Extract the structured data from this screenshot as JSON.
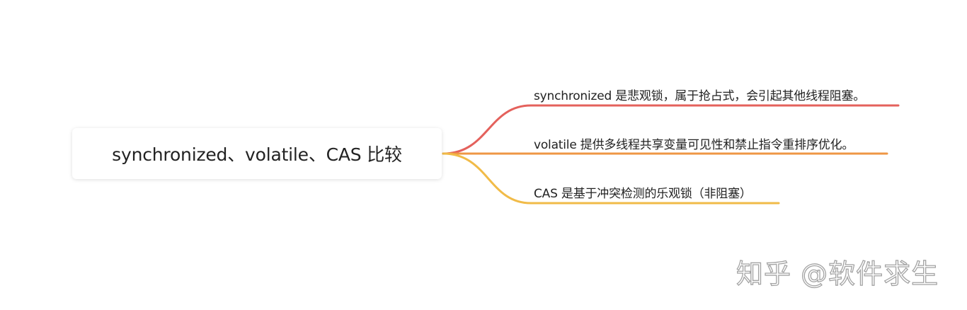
{
  "root": {
    "title": "synchronized、volatile、CAS 比较"
  },
  "branches": [
    {
      "label": "synchronized 是悲观锁，属于抢占式，会引起其他线程阻塞。",
      "color": "#e4615c"
    },
    {
      "label": "volatile 提供多线程共享变量可见性和禁止指令重排序优化。",
      "color": "#ef9744"
    },
    {
      "label": "CAS 是基于冲突检测的乐观锁（非阻塞）",
      "color": "#f1bb48"
    }
  ],
  "watermark": {
    "text": "知乎 @软件求生"
  }
}
